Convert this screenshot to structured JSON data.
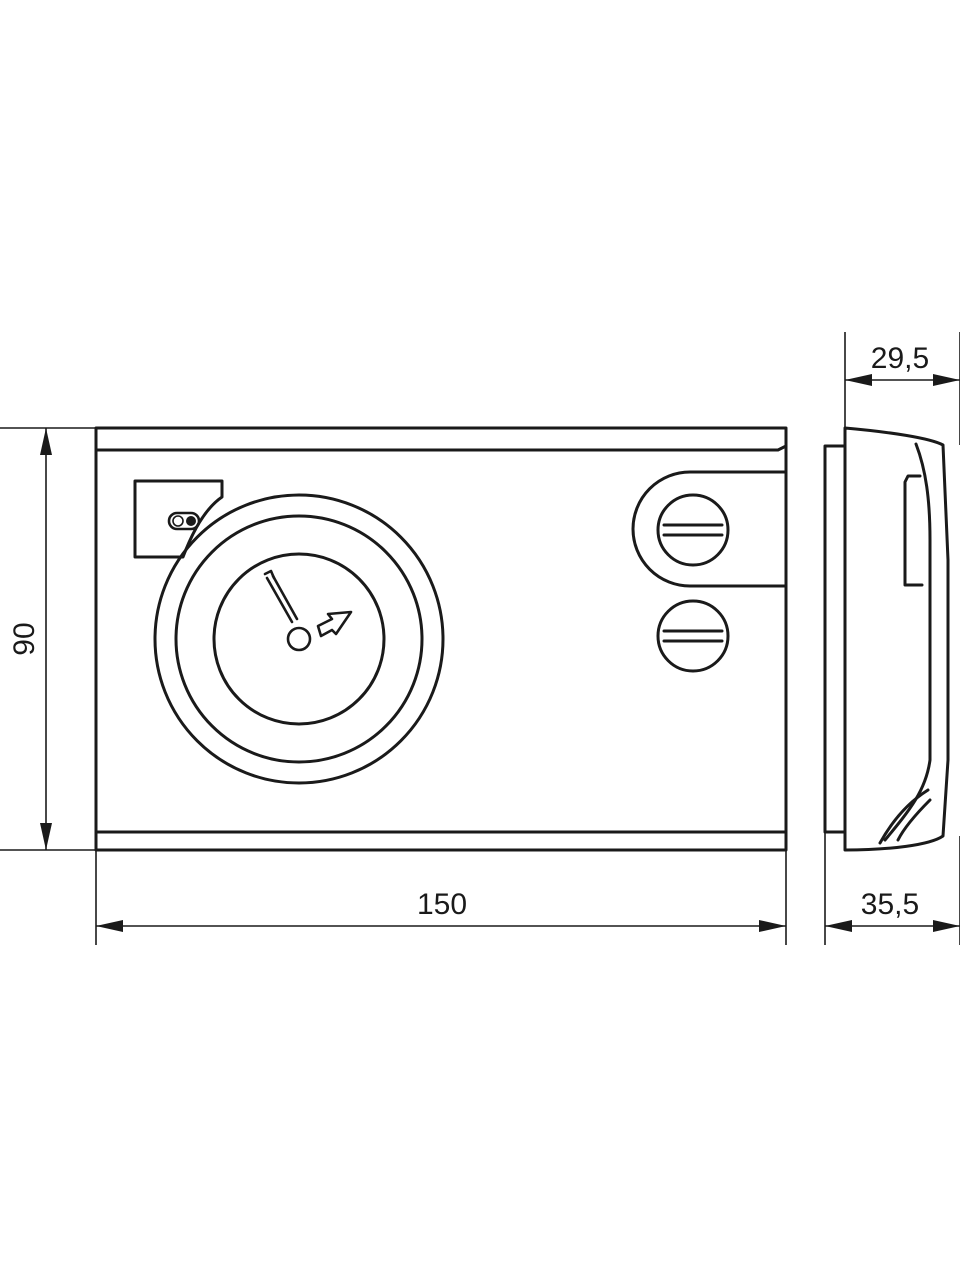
{
  "dimensions": {
    "width": "150",
    "height": "90",
    "depth_top": "29,5",
    "depth_bottom": "35,5"
  },
  "colors": {
    "line": "#1a1a1a",
    "background": "#ffffff"
  },
  "icons": {
    "dial_symbol": "clock-hand-icon",
    "switch": "toggle-switch-icon"
  }
}
